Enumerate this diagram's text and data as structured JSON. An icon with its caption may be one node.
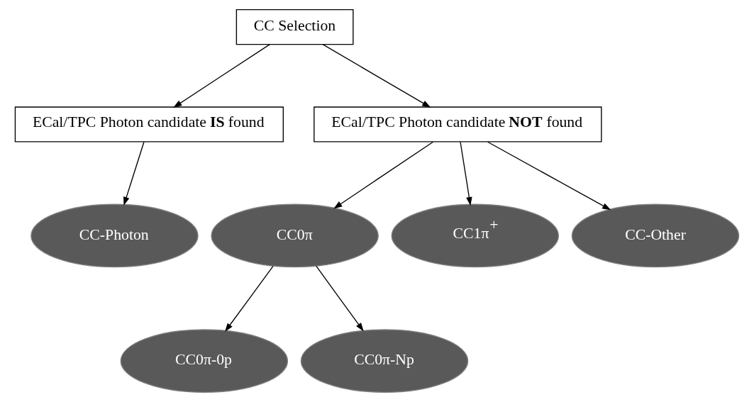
{
  "diagram": {
    "nodes": [
      {
        "text": [
          "CC Selection"
        ]
      },
      {
        "text": [
          "ECal/TPC Photon candidate **IS** found"
        ]
      },
      {
        "text": [
          "ECal/TPC Photon candidate **NOT** found"
        ]
      },
      {
        "text": [
          "CC-Photon"
        ]
      },
      {
        "text": [
          "CC0π"
        ]
      },
      {
        "text": [
          "CC1π$^{+}$"
        ]
      },
      {
        "text": [
          "CC-Other"
        ]
      },
      {
        "text": [
          "CC0π-0p"
        ]
      },
      {
        "text": [
          "CC0π-Np"
        ]
      }
    ],
    "edges": [
      {
        "from": 0,
        "to": 1,
        "arrow": "to"
      },
      {
        "from": 0,
        "to": 2,
        "arrow": "to"
      },
      {
        "from": 1,
        "to": 3,
        "arrow": "to"
      },
      {
        "from": 2,
        "to": 4,
        "arrow": "to"
      },
      {
        "from": 2,
        "to": 5,
        "arrow": "to"
      },
      {
        "from": 2,
        "to": 6,
        "arrow": "to"
      },
      {
        "from": 4,
        "to": 7,
        "arrow": "to"
      },
      {
        "from": 4,
        "to": 8,
        "arrow": "to"
      }
    ]
  }
}
